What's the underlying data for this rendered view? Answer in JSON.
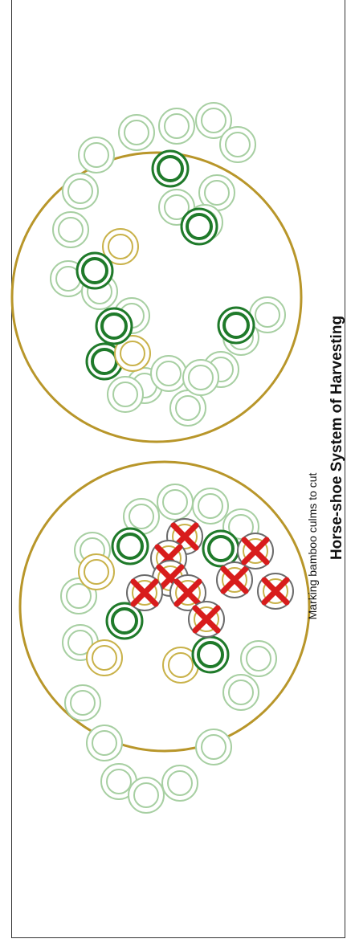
{
  "title": "Horse-shoe System of Harvesting",
  "caption": "Marking bamboo culms to cut",
  "colors": {
    "plot_outline": "#b8962a",
    "new_culm": "#a7cfa2",
    "mature_culm": "#1f7a2a",
    "young_culm": "#c9b24a",
    "cut_mark": "#d81c1c",
    "frame": "#333333"
  },
  "legend_note": "",
  "clumps": [
    {
      "name": "clump-before-harvest",
      "culms": [
        {
          "type": "new"
        },
        {
          "type": "new"
        },
        {
          "type": "new"
        },
        {
          "type": "new"
        },
        {
          "type": "new"
        },
        {
          "type": "new"
        },
        {
          "type": "new"
        },
        {
          "type": "new"
        },
        {
          "type": "new"
        },
        {
          "type": "new"
        },
        {
          "type": "new"
        },
        {
          "type": "new"
        },
        {
          "type": "new"
        },
        {
          "type": "new"
        },
        {
          "type": "young"
        },
        {
          "type": "young"
        },
        {
          "type": "young"
        },
        {
          "type": "mature"
        },
        {
          "type": "mature"
        },
        {
          "type": "mature"
        },
        {
          "type": "mature"
        },
        {
          "type": "cut"
        },
        {
          "type": "cut"
        },
        {
          "type": "cut"
        },
        {
          "type": "cut"
        },
        {
          "type": "cut"
        },
        {
          "type": "cut"
        },
        {
          "type": "cut"
        },
        {
          "type": "cut"
        },
        {
          "type": "cut"
        }
      ]
    },
    {
      "name": "clump-after-harvest",
      "culms": [
        {
          "type": "new"
        },
        {
          "type": "new"
        },
        {
          "type": "new"
        },
        {
          "type": "new"
        },
        {
          "type": "new"
        },
        {
          "type": "new"
        },
        {
          "type": "new"
        },
        {
          "type": "new"
        },
        {
          "type": "new"
        },
        {
          "type": "new"
        },
        {
          "type": "new"
        },
        {
          "type": "new"
        },
        {
          "type": "new"
        },
        {
          "type": "new"
        },
        {
          "type": "new"
        },
        {
          "type": "young"
        },
        {
          "type": "young"
        },
        {
          "type": "mature"
        },
        {
          "type": "mature"
        },
        {
          "type": "mature"
        },
        {
          "type": "mature"
        }
      ]
    }
  ]
}
